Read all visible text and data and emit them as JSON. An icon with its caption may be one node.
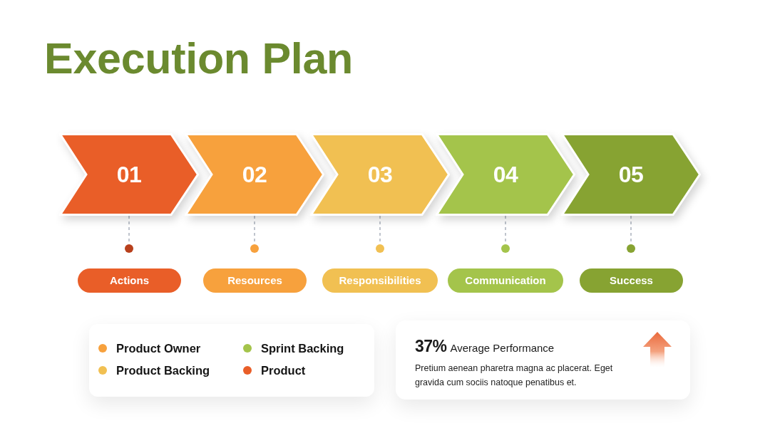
{
  "diagram": {
    "title": "Execution Plan",
    "nodes": [
      {
        "text": [
          "01"
        ]
      },
      {
        "text": [
          "02"
        ]
      },
      {
        "text": [
          "03"
        ]
      },
      {
        "text": [
          "04"
        ]
      },
      {
        "text": [
          "05"
        ]
      },
      {
        "text": [],
        "shape": "circle"
      },
      {
        "text": [],
        "shape": "circle"
      },
      {
        "text": [],
        "shape": "circle"
      },
      {
        "text": [],
        "shape": "circle"
      },
      {
        "text": [],
        "shape": "circle"
      },
      {
        "text": [
          "Actions"
        ]
      },
      {
        "text": [
          "Resources"
        ]
      },
      {
        "text": [
          "Responsibilities"
        ]
      },
      {
        "text": [
          "Communication"
        ]
      },
      {
        "text": [
          "Success"
        ]
      },
      {
        "text": [
          "37%",
          "Average Performance",
          "Pretium aenean pharetra magna ac placerat. Eget gravida cum sociis natoque penatibus et."
        ]
      }
    ],
    "edges": [
      {
        "from": 0,
        "to": 5,
        "arrow": "none",
        "style": "dashed"
      },
      {
        "from": 1,
        "to": 6,
        "arrow": "none",
        "style": "dashed"
      },
      {
        "from": 2,
        "to": 7,
        "arrow": "none",
        "style": "dashed"
      },
      {
        "from": 3,
        "to": 8,
        "arrow": "none",
        "style": "dashed"
      },
      {
        "from": 4,
        "to": 9,
        "arrow": "none",
        "style": "dashed"
      }
    ],
    "legend": [
      {
        "text": "Product Owner",
        "color": "#f7a13d"
      },
      {
        "text": "Sprint Backing",
        "color": "#a4c44b"
      },
      {
        "text": "Product Backing",
        "color": "#f1c052"
      },
      {
        "text": "Product",
        "color": "#e95e28"
      }
    ]
  }
}
